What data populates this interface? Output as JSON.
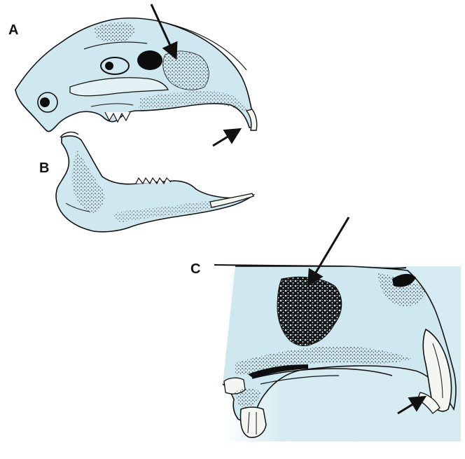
{
  "figure": {
    "panel_labels": {
      "a": "A",
      "b": "B",
      "c": "C"
    },
    "colors": {
      "bone_fill": "#cfe8ef",
      "bone_light": "#e3f2f6",
      "outline": "#111111",
      "stipple": "#1a1a1a",
      "dark_region": "#0d0d0d",
      "tooth": "#f4f6f2"
    }
  }
}
